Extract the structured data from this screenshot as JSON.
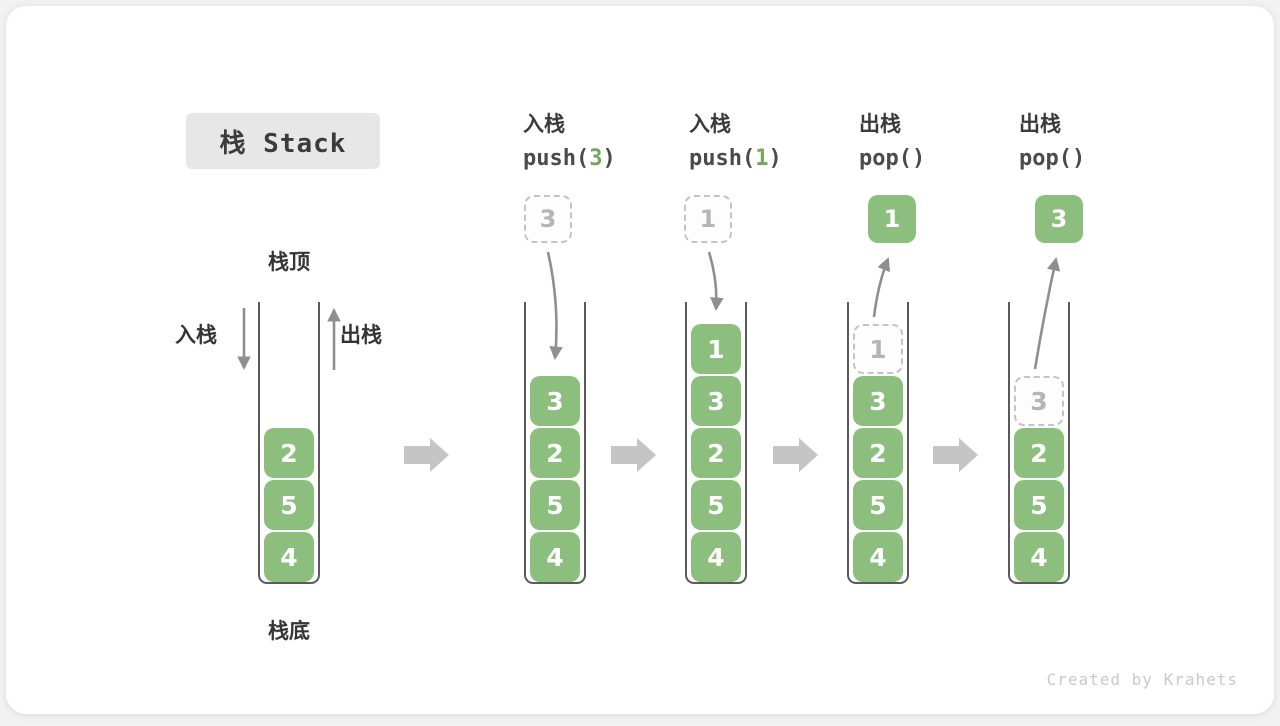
{
  "title": "栈 Stack",
  "side_labels": {
    "top": "栈顶",
    "bottom": "栈底",
    "push": "入栈",
    "pop": "出栈"
  },
  "watermark": "Created by Krahets",
  "colors": {
    "box_green": "#8CBE7E",
    "code_arg_green": "#70A75B",
    "block_arrow_gray": "#C5C5C5",
    "flow_arrow_gray": "#8F8F8F",
    "frame_line": "#5A5A5A",
    "ghost_border": "#C4C4C4",
    "ghost_text": "#B5B5B5",
    "label_dark": "#3B3B3B",
    "title_bg": "#E7E7E7",
    "watermark_gray": "#C9C9C9"
  },
  "stages": [
    {
      "op": null,
      "float": null,
      "items": [
        {
          "value": "2",
          "ghost": false
        },
        {
          "value": "5",
          "ghost": false
        },
        {
          "value": "4",
          "ghost": false
        }
      ]
    },
    {
      "op": {
        "label": "入栈",
        "code_pre": "push(",
        "code_arg": "3",
        "code_post": ")"
      },
      "float": {
        "value": "3",
        "variant": "ghost"
      },
      "flow": "in",
      "items": [
        {
          "value": "3",
          "ghost": false
        },
        {
          "value": "2",
          "ghost": false
        },
        {
          "value": "5",
          "ghost": false
        },
        {
          "value": "4",
          "ghost": false
        }
      ]
    },
    {
      "op": {
        "label": "入栈",
        "code_pre": "push(",
        "code_arg": "1",
        "code_post": ")"
      },
      "float": {
        "value": "1",
        "variant": "ghost"
      },
      "flow": "in",
      "items": [
        {
          "value": "1",
          "ghost": false
        },
        {
          "value": "3",
          "ghost": false
        },
        {
          "value": "2",
          "ghost": false
        },
        {
          "value": "5",
          "ghost": false
        },
        {
          "value": "4",
          "ghost": false
        }
      ]
    },
    {
      "op": {
        "label": "出栈",
        "code_pre": "pop(",
        "code_arg": "",
        "code_post": ")"
      },
      "float": {
        "value": "1",
        "variant": "solid"
      },
      "flow": "out",
      "items": [
        {
          "value": "1",
          "ghost": true
        },
        {
          "value": "3",
          "ghost": false
        },
        {
          "value": "2",
          "ghost": false
        },
        {
          "value": "5",
          "ghost": false
        },
        {
          "value": "4",
          "ghost": false
        }
      ]
    },
    {
      "op": {
        "label": "出栈",
        "code_pre": "pop(",
        "code_arg": "",
        "code_post": ")"
      },
      "float": {
        "value": "3",
        "variant": "solid"
      },
      "flow": "out",
      "items": [
        {
          "value": "3",
          "ghost": true
        },
        {
          "value": "2",
          "ghost": false
        },
        {
          "value": "5",
          "ghost": false
        },
        {
          "value": "4",
          "ghost": false
        }
      ]
    }
  ]
}
